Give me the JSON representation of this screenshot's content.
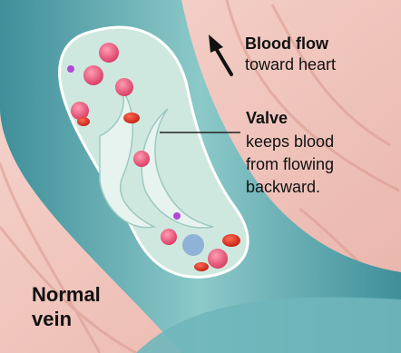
{
  "labels": {
    "flow_title": "Blood flow",
    "flow_desc": "toward heart",
    "valve_title": "Valve",
    "valve_desc_1": "keeps blood",
    "valve_desc_2": "from flowing",
    "valve_desc_3": "backward.",
    "vein_1": "Normal",
    "vein_2": "vein"
  },
  "colors": {
    "tissue": "#f2c9c2",
    "vein_wall": "#5fa8b0",
    "vein_interior": "#cfe8df",
    "blood_cell": "#e8507a",
    "valve": "#dff0ea"
  },
  "icons": {
    "flow_arrow": "arrow-up-left-icon"
  }
}
